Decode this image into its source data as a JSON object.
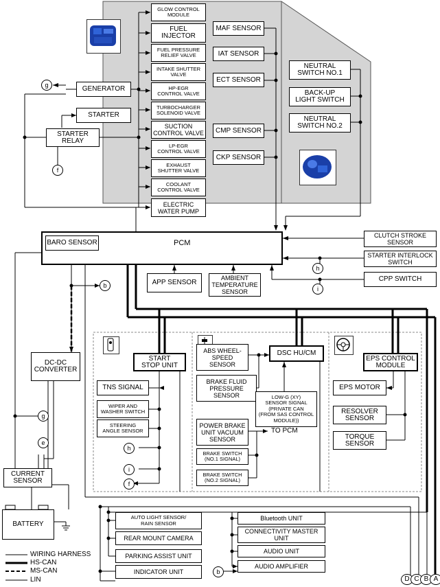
{
  "engine": {
    "actuators": [
      "GLOW CONTROL\nMODULE",
      "FUEL\nINJECTOR",
      "FUEL PRESSURE\nRELIEF VALVE",
      "INTAKE SHUTTER\nVALVE",
      "HP-EGR\nCONTROL VALVE",
      "TURBOCHARGER\nSOLENOID VALVE",
      "SUCTION\nCONTROL VALVE",
      "LP-EGR\nCONTROL VALVE",
      "EXHAUST\nSHUTTER VALVE",
      "COOLANT\nCONTROL VALVE",
      "ELECTRIC\nWATER PUMP"
    ],
    "sensors": [
      "MAF SENSOR",
      "IAT SENSOR",
      "ECT SENSOR",
      "CMP SENSOR",
      "CKP SENSOR"
    ],
    "switches": [
      "NEUTRAL\nSWITCH NO.1",
      "BACK-UP\nLIGHT SWITCH",
      "NEUTRAL\nSWITCH NO.2"
    ]
  },
  "left": {
    "generator": "GENERATOR",
    "starter": "STARTER",
    "starter_relay": "STARTER\nRELAY",
    "dcdc": "DC-DC\nCONVERTER",
    "current_sensor": "CURRENT\nSENSOR",
    "battery": "BATTERY"
  },
  "pcm": {
    "label": "PCM",
    "baro": "BARO SENSOR",
    "app": "APP SENSOR",
    "ambient": "AMBIENT\nTEMPERATURE\nSENSOR",
    "clutch": "CLUTCH STROKE\nSENSOR",
    "starter_interlock": "STARTER INTERLOCK\nSWITCH",
    "cpp": "CPP SWITCH"
  },
  "chassis": {
    "start_stop": "START\nSTOP UNIT",
    "tns": "TNS SIGNAL",
    "wiper": "WIPER AND\nWASHER SWITCH",
    "steering": "STEERING\nANGLE SENSOR",
    "abs": "ABS WHEEL-\nSPEED\nSENSOR",
    "brake_fluid": "BRAKE FLUID\nPRESSURE\nSENSOR",
    "vacuum": "POWER BRAKE\nUNIT VACUUM\nSENSOR",
    "to_pcm": "TO PCM",
    "brake1": "BRAKE SWITCH\n(NO.1 SIGNAL)",
    "brake2": "BRAKE SWITCH\n(NO.2 SIGNAL)",
    "dsc": "DSC HU/CM",
    "lowg": "LOW-G (XY)\nSENSOR SIGNAL\n(PRIVATE CAN\n(FROM SAS CONTROL\nMODULE))",
    "eps": "EPS CONTROL\nMODULE",
    "eps_motor": "EPS MOTOR",
    "resolver": "RESOLVER\nSENSOR",
    "torque": "TORQUE\nSENSOR"
  },
  "body_units": {
    "left": [
      "AUTO LIGHT SENSOR/\nRAIN SENSOR",
      "REAR MOUNT CAMERA",
      "PARKING ASSIST UNIT",
      "INDICATOR UNIT"
    ],
    "right": [
      "Bluetooth UNIT",
      "CONNECTIVITY MASTER\nUNIT",
      "AUDIO UNIT",
      "AUDIO AMPLIFIER"
    ]
  },
  "connectors": {
    "b": "b",
    "e": "e",
    "f": "f",
    "g": "g",
    "h": "h",
    "i": "i"
  },
  "buses": [
    "D",
    "C",
    "B",
    "A"
  ],
  "legend": [
    "WIRING HARNESS",
    "HS-CAN",
    "MS-CAN",
    "LIN"
  ]
}
